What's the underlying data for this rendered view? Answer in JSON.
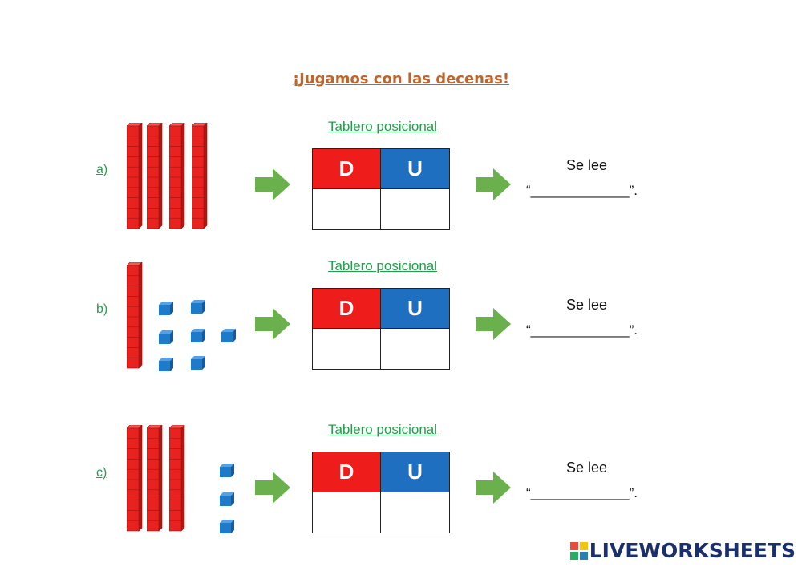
{
  "title": "¡Jugamos con las decenas!",
  "rows": [
    {
      "label": "a)",
      "tens": 4,
      "ones": 0
    },
    {
      "label": "b)",
      "tens": 1,
      "ones": 7
    },
    {
      "label": "c)",
      "tens": 3,
      "ones": 3
    }
  ],
  "board": {
    "title": "Tablero posicional",
    "tens_header": "D",
    "units_header": "U"
  },
  "reading": {
    "label": "Se lee",
    "blank": "“_____________”."
  },
  "footer": {
    "brand": "LIVEWORKSHEETS"
  },
  "colors": {
    "rod": "#e8231f",
    "cube": "#1f7ac8",
    "arrow": "#6ab04c",
    "tens_cell": "#ef1c1c",
    "units_cell": "#1f6fc1"
  }
}
